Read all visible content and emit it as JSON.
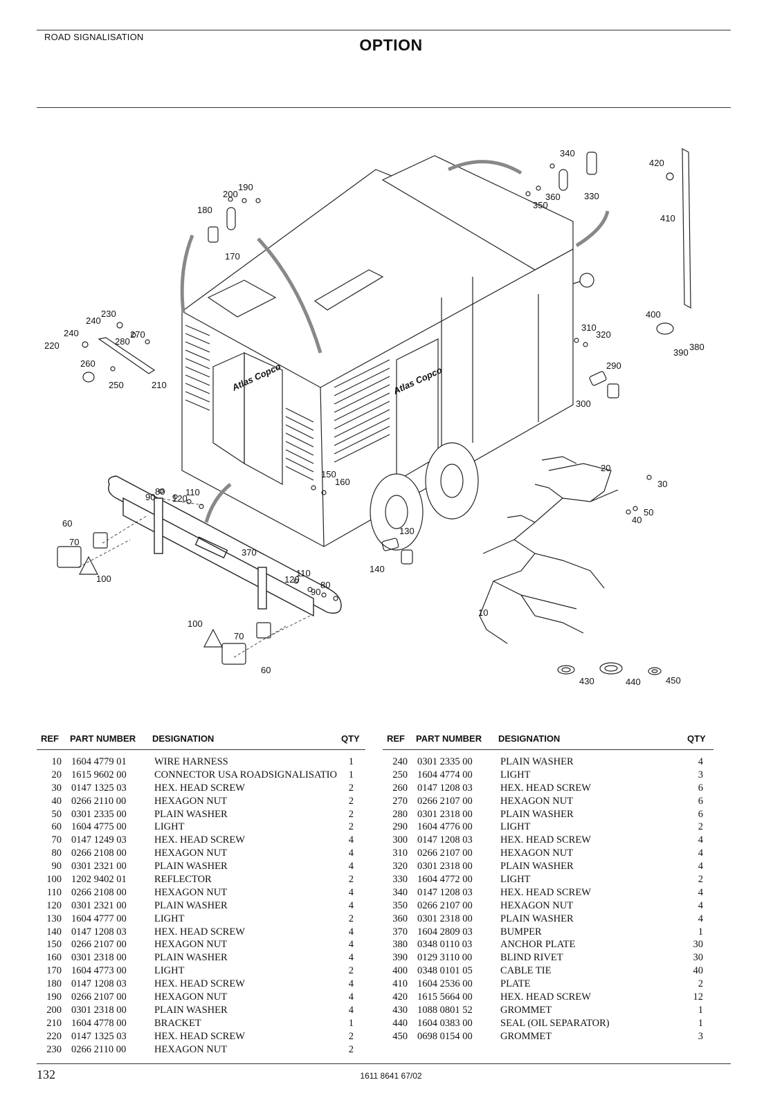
{
  "header": {
    "section": "ROAD SIGNALISATION",
    "title": "OPTION"
  },
  "diagram": {
    "brand": "Atlas Copco",
    "callouts": [
      "10",
      "20",
      "30",
      "40",
      "50",
      "60",
      "60",
      "70",
      "70",
      "80",
      "80",
      "90",
      "90",
      "100",
      "100",
      "110",
      "110",
      "120",
      "120",
      "130",
      "140",
      "150",
      "160",
      "170",
      "180",
      "190",
      "200",
      "210",
      "220",
      "230",
      "240",
      "240",
      "250",
      "260",
      "270",
      "280",
      "290",
      "300",
      "310",
      "320",
      "330",
      "340",
      "350",
      "360",
      "370",
      "380",
      "390",
      "400",
      "410",
      "420",
      "430",
      "440",
      "450"
    ]
  },
  "table": {
    "headers": {
      "ref": "REF",
      "part_number": "PART NUMBER",
      "designation": "DESIGNATION",
      "qty": "QTY"
    },
    "left": [
      {
        "ref": "10",
        "pn": "1604 4779 01",
        "des": "WIRE HARNESS",
        "qty": "1"
      },
      {
        "ref": "20",
        "pn": "1615 9602 00",
        "des": "CONNECTOR USA ROADSIGNALISATIO",
        "qty": "1"
      },
      {
        "ref": "30",
        "pn": "0147 1325 03",
        "des": "HEX. HEAD SCREW",
        "qty": "2"
      },
      {
        "ref": "40",
        "pn": "0266 2110 00",
        "des": "HEXAGON NUT",
        "qty": "2"
      },
      {
        "ref": "50",
        "pn": "0301 2335 00",
        "des": "PLAIN WASHER",
        "qty": "2"
      },
      {
        "ref": "60",
        "pn": "1604 4775 00",
        "des": "LIGHT",
        "qty": "2"
      },
      {
        "ref": "70",
        "pn": "0147 1249 03",
        "des": "HEX. HEAD SCREW",
        "qty": "4"
      },
      {
        "ref": "80",
        "pn": "0266 2108 00",
        "des": "HEXAGON NUT",
        "qty": "4"
      },
      {
        "ref": "90",
        "pn": "0301 2321 00",
        "des": "PLAIN WASHER",
        "qty": "4"
      },
      {
        "ref": "100",
        "pn": "1202 9402 01",
        "des": "REFLECTOR",
        "qty": "2"
      },
      {
        "ref": "110",
        "pn": "0266 2108 00",
        "des": "HEXAGON NUT",
        "qty": "4"
      },
      {
        "ref": "120",
        "pn": "0301 2321 00",
        "des": "PLAIN WASHER",
        "qty": "4"
      },
      {
        "ref": "130",
        "pn": "1604 4777 00",
        "des": "LIGHT",
        "qty": "2"
      },
      {
        "ref": "140",
        "pn": "0147 1208 03",
        "des": "HEX. HEAD SCREW",
        "qty": "4"
      },
      {
        "ref": "150",
        "pn": "0266 2107 00",
        "des": "HEXAGON NUT",
        "qty": "4"
      },
      {
        "ref": "160",
        "pn": "0301 2318 00",
        "des": "PLAIN WASHER",
        "qty": "4"
      },
      {
        "ref": "170",
        "pn": "1604 4773 00",
        "des": "LIGHT",
        "qty": "2"
      },
      {
        "ref": "180",
        "pn": "0147 1208 03",
        "des": "HEX. HEAD SCREW",
        "qty": "4"
      },
      {
        "ref": "190",
        "pn": "0266 2107 00",
        "des": "HEXAGON NUT",
        "qty": "4"
      },
      {
        "ref": "200",
        "pn": "0301 2318 00",
        "des": "PLAIN WASHER",
        "qty": "4"
      },
      {
        "ref": "210",
        "pn": "1604 4778 00",
        "des": "BRACKET",
        "qty": "1"
      },
      {
        "ref": "220",
        "pn": "0147 1325 03",
        "des": "HEX. HEAD SCREW",
        "qty": "2"
      },
      {
        "ref": "230",
        "pn": "0266 2110 00",
        "des": "HEXAGON NUT",
        "qty": "2"
      }
    ],
    "right": [
      {
        "ref": "240",
        "pn": "0301 2335 00",
        "des": "PLAIN WASHER",
        "qty": "4"
      },
      {
        "ref": "250",
        "pn": "1604 4774 00",
        "des": "LIGHT",
        "qty": "3"
      },
      {
        "ref": "260",
        "pn": "0147 1208 03",
        "des": "HEX. HEAD SCREW",
        "qty": "6"
      },
      {
        "ref": "270",
        "pn": "0266 2107 00",
        "des": "HEXAGON NUT",
        "qty": "6"
      },
      {
        "ref": "280",
        "pn": "0301 2318 00",
        "des": "PLAIN WASHER",
        "qty": "6"
      },
      {
        "ref": "290",
        "pn": "1604 4776 00",
        "des": "LIGHT",
        "qty": "2"
      },
      {
        "ref": "300",
        "pn": "0147 1208 03",
        "des": "HEX. HEAD SCREW",
        "qty": "4"
      },
      {
        "ref": "310",
        "pn": "0266 2107 00",
        "des": "HEXAGON NUT",
        "qty": "4"
      },
      {
        "ref": "320",
        "pn": "0301 2318 00",
        "des": "PLAIN WASHER",
        "qty": "4"
      },
      {
        "ref": "330",
        "pn": "1604 4772 00",
        "des": "LIGHT",
        "qty": "2"
      },
      {
        "ref": "340",
        "pn": "0147 1208 03",
        "des": "HEX. HEAD SCREW",
        "qty": "4"
      },
      {
        "ref": "350",
        "pn": "0266 2107 00",
        "des": "HEXAGON NUT",
        "qty": "4"
      },
      {
        "ref": "360",
        "pn": "0301 2318 00",
        "des": "PLAIN WASHER",
        "qty": "4"
      },
      {
        "ref": "370",
        "pn": "1604 2809 03",
        "des": "BUMPER",
        "qty": "1"
      },
      {
        "ref": "380",
        "pn": "0348 0110 03",
        "des": "ANCHOR PLATE",
        "qty": "30"
      },
      {
        "ref": "390",
        "pn": "0129 3110 00",
        "des": "BLIND RIVET",
        "qty": "30"
      },
      {
        "ref": "400",
        "pn": "0348 0101 05",
        "des": "CABLE TIE",
        "qty": "40"
      },
      {
        "ref": "410",
        "pn": "1604 2536 00",
        "des": "PLATE",
        "qty": "2"
      },
      {
        "ref": "420",
        "pn": "1615 5664 00",
        "des": "HEX. HEAD SCREW",
        "qty": "12"
      },
      {
        "ref": "430",
        "pn": "1088 0801 52",
        "des": "GROMMET",
        "qty": "1"
      },
      {
        "ref": "440",
        "pn": "1604 0383 00",
        "des": "SEAL (OIL SEPARATOR)",
        "qty": "1"
      },
      {
        "ref": "450",
        "pn": "0698 0154 00",
        "des": "GROMMET",
        "qty": "3"
      }
    ]
  },
  "footer": {
    "page_number": "132",
    "doc_number": "1611 8641 67/02"
  }
}
